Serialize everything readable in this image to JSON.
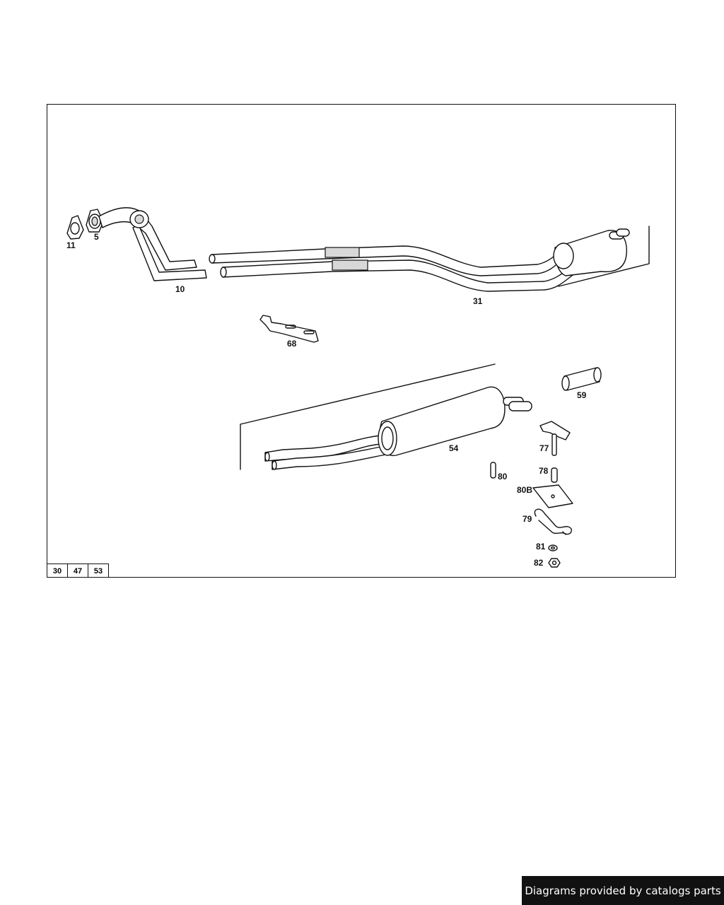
{
  "diagram": {
    "part_labels": {
      "p11": "11",
      "p5": "5",
      "p10": "10",
      "p31": "31",
      "p68": "68",
      "p59": "59",
      "p54": "54",
      "p77": "77",
      "p78": "78",
      "p80": "80",
      "p80b": "80B",
      "p79": "79",
      "p81": "81",
      "p82": "82"
    },
    "model_codes": [
      "30",
      "47",
      "53"
    ]
  },
  "footer": {
    "credit_text": "Diagrams provided by catalogs parts",
    "credit_bg": "#111111",
    "credit_color": "#ffffff"
  }
}
